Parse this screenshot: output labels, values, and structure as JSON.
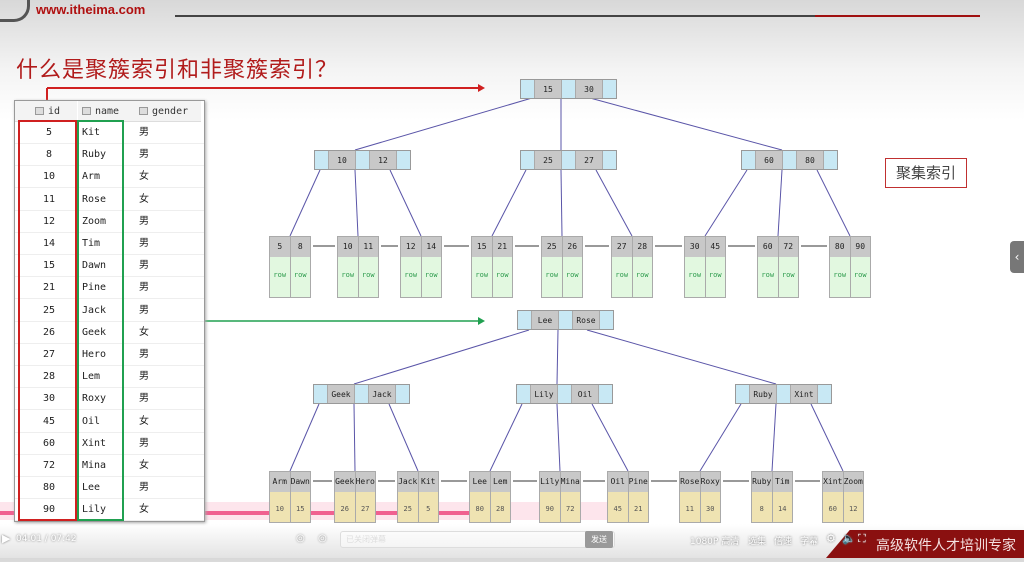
{
  "header": {
    "site": "www.itheima.com"
  },
  "slide": {
    "title": "什么是聚簇索引和非聚簇索引？",
    "cluster_label": "聚集索引",
    "table": {
      "columns": [
        "id",
        "name",
        "gender"
      ],
      "rows": [
        [
          "5",
          "Kit",
          "男"
        ],
        [
          "8",
          "Ruby",
          "男"
        ],
        [
          "10",
          "Arm",
          "女"
        ],
        [
          "11",
          "Rose",
          "女"
        ],
        [
          "12",
          "Zoom",
          "男"
        ],
        [
          "14",
          "Tim",
          "男"
        ],
        [
          "15",
          "Dawn",
          "男"
        ],
        [
          "21",
          "Pine",
          "男"
        ],
        [
          "25",
          "Jack",
          "男"
        ],
        [
          "26",
          "Geek",
          "女"
        ],
        [
          "27",
          "Hero",
          "男"
        ],
        [
          "28",
          "Lem",
          "男"
        ],
        [
          "30",
          "Roxy",
          "男"
        ],
        [
          "45",
          "Oil",
          "女"
        ],
        [
          "60",
          "Xint",
          "男"
        ],
        [
          "72",
          "Mina",
          "女"
        ],
        [
          "80",
          "Lee",
          "男"
        ],
        [
          "90",
          "Lily",
          "女"
        ]
      ]
    },
    "clustered_tree": {
      "root": [
        "15",
        "30"
      ],
      "internal": [
        [
          "10",
          "12"
        ],
        [
          "25",
          "27"
        ],
        [
          "60",
          "80"
        ]
      ],
      "leaves": [
        [
          "5",
          "8"
        ],
        [
          "10",
          "11"
        ],
        [
          "12",
          "14"
        ],
        [
          "15",
          "21"
        ],
        [
          "25",
          "26"
        ],
        [
          "27",
          "28"
        ],
        [
          "30",
          "45"
        ],
        [
          "60",
          "72"
        ],
        [
          "80",
          "90"
        ]
      ],
      "row_label": "row"
    },
    "secondary_tree": {
      "root": [
        "Lee",
        "Rose"
      ],
      "internal": [
        [
          "Geek",
          "Jack"
        ],
        [
          "Lily",
          "Oil"
        ],
        [
          "Ruby",
          "Xint"
        ]
      ],
      "leaves": [
        {
          "keys": [
            "Arm",
            "Dawn"
          ],
          "ids": [
            "10",
            "15"
          ]
        },
        {
          "keys": [
            "Geek",
            "Hero"
          ],
          "ids": [
            "26",
            "27"
          ]
        },
        {
          "keys": [
            "Jack",
            "Kit"
          ],
          "ids": [
            "25",
            "5"
          ]
        },
        {
          "keys": [
            "Lee",
            "Lem"
          ],
          "ids": [
            "80",
            "28"
          ]
        },
        {
          "keys": [
            "Lily",
            "Mina"
          ],
          "ids": [
            "90",
            "72"
          ]
        },
        {
          "keys": [
            "Oil",
            "Pine"
          ],
          "ids": [
            "45",
            "21"
          ]
        },
        {
          "keys": [
            "Rose",
            "Roxy"
          ],
          "ids": [
            "11",
            "30"
          ]
        },
        {
          "keys": [
            "Ruby",
            "Tim"
          ],
          "ids": [
            "8",
            "14"
          ]
        },
        {
          "keys": [
            "Xint",
            "Zoom"
          ],
          "ids": [
            "60",
            "12"
          ]
        }
      ]
    }
  },
  "player": {
    "time": "04:01 / 07:42",
    "danmu_placeholder": "已关闭弹幕",
    "send": "发送",
    "quality": "1080P 高清",
    "episodes": "选集",
    "speed": "倍速",
    "subtitles": "字幕",
    "progress_percent": 52,
    "banner": "高级软件人才培训专家"
  },
  "colors": {
    "title": "#b11b1b",
    "clustered_box": "#d02020",
    "name_box": "#20a050",
    "progress": "#f06090"
  }
}
